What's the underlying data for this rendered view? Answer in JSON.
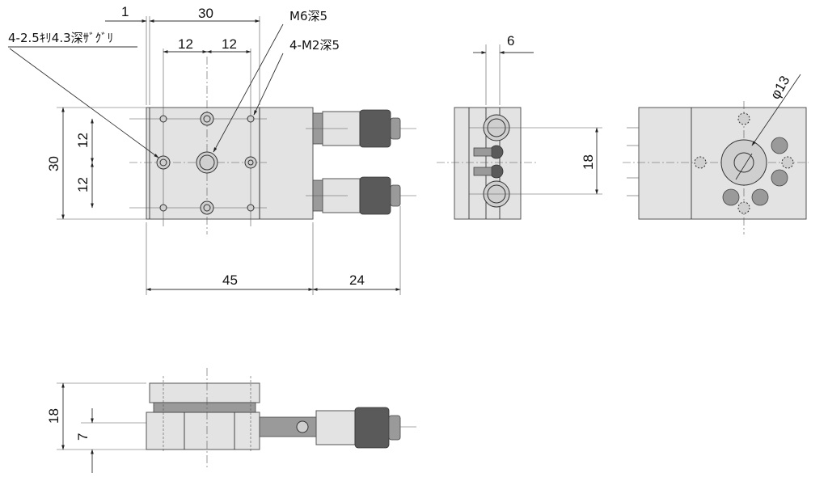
{
  "labels": {
    "dim_1": "1",
    "dim_30_top": "30",
    "dim_12_left": "12",
    "dim_12_right": "12",
    "note_m6": "M6深5",
    "note_m2": "4-M2深5",
    "note_holes": "4-2.5ｷﾘ4.3深ｻﾞｸﾞﾘ",
    "dim_30_left": "30",
    "dim_12_upper": "12",
    "dim_12_lower": "12",
    "dim_45": "45",
    "dim_24": "24",
    "dim_6": "6",
    "dim_18_side": "18",
    "dim_phi13": "φ13",
    "dim_18_front": "18",
    "dim_7": "7"
  },
  "colors": {
    "body": "#e3e3e3",
    "knob": "#5a5a5a",
    "line": "#333333"
  }
}
